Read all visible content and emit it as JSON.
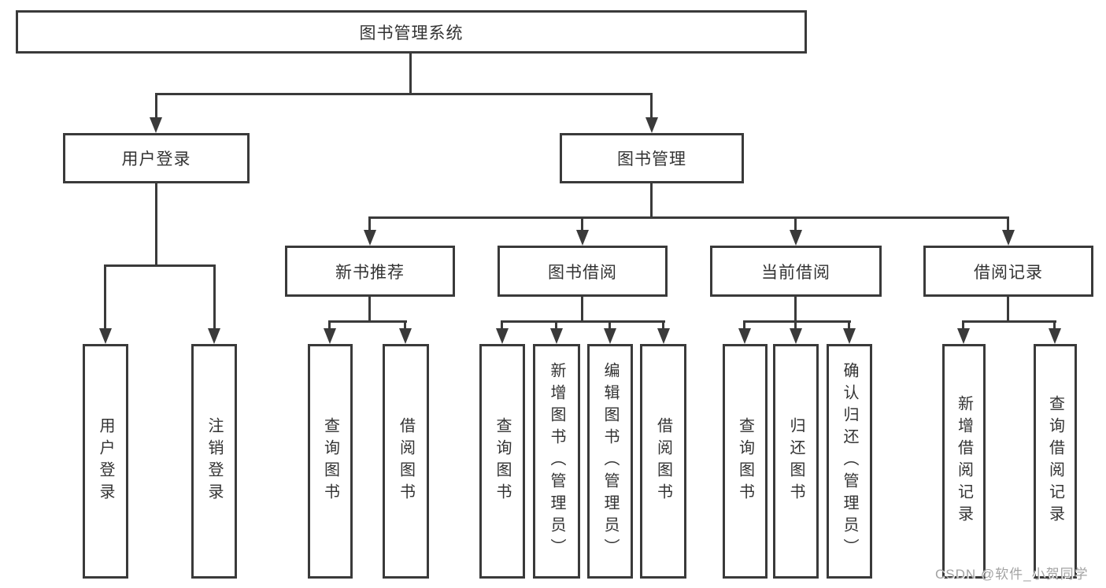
{
  "tree": {
    "label": "图书管理系统",
    "children": [
      {
        "label": "用户登录",
        "children": [
          {
            "label": "用户登录"
          },
          {
            "label": "注销登录"
          }
        ]
      },
      {
        "label": "图书管理",
        "children": [
          {
            "label": "新书推荐",
            "children": [
              {
                "label": "查询图书"
              },
              {
                "label": "借阅图书"
              }
            ]
          },
          {
            "label": "图书借阅",
            "children": [
              {
                "label": "查询图书"
              },
              {
                "label": "新增图书（管理员）"
              },
              {
                "label": "编辑图书（管理员）"
              },
              {
                "label": "借阅图书"
              }
            ]
          },
          {
            "label": "当前借阅",
            "children": [
              {
                "label": "查询图书"
              },
              {
                "label": "归还图书"
              },
              {
                "label": "确认归还（管理员）"
              }
            ]
          },
          {
            "label": "借阅记录",
            "children": [
              {
                "label": "新增借阅记录"
              },
              {
                "label": "查询借阅记录"
              }
            ]
          }
        ]
      }
    ]
  },
  "watermark": "CSDN @软件_小贺同学",
  "colors": {
    "line": "#3a3a3a",
    "box_border": "#3a3a3a",
    "text": "#333333",
    "background": "#ffffff",
    "watermark": "#a3a3a3"
  }
}
